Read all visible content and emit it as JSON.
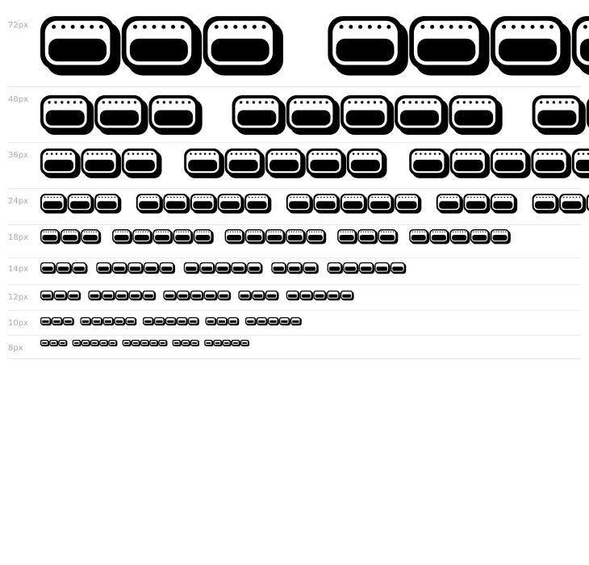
{
  "sample_text": "THE QUICK BROWN FOX JUMPS",
  "rows": [
    {
      "size_label": "72px",
      "size": 72
    },
    {
      "size_label": "48px",
      "size": 48
    },
    {
      "size_label": "36px",
      "size": 36
    },
    {
      "size_label": "24px",
      "size": 24
    },
    {
      "size_label": "18px",
      "size": 18
    },
    {
      "size_label": "14px",
      "size": 14
    },
    {
      "size_label": "12px",
      "size": 12
    },
    {
      "size_label": "10px",
      "size": 10
    },
    {
      "size_label": "8px",
      "size": 8
    }
  ]
}
